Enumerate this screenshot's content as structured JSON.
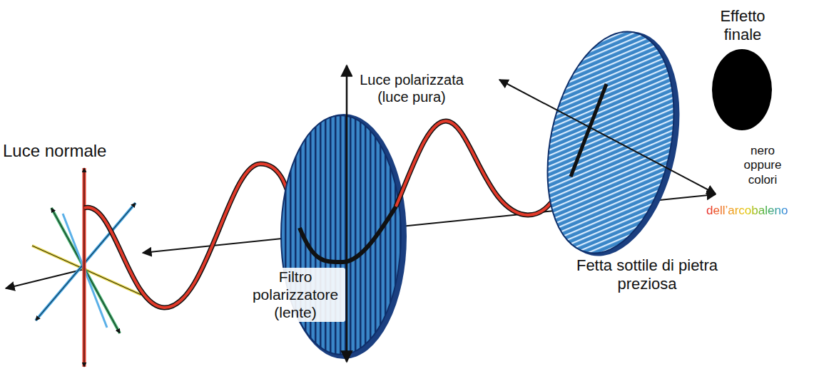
{
  "diagram": {
    "labels": [
      "Luce normale",
      "Luce polarizzata (luce pura)",
      "Filtro polarizzatore (lente)",
      "Fetta sottile di pietra preziosa",
      "Effetto finale",
      "nero oppure colori",
      "dell’arcobaleno"
    ]
  }
}
